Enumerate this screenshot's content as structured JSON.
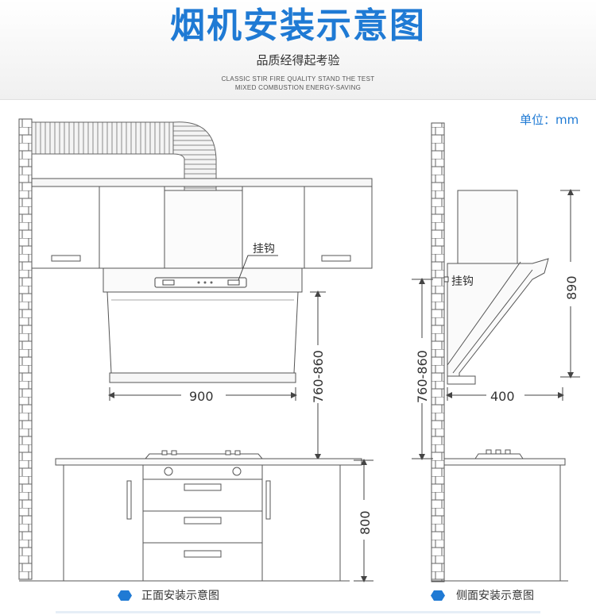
{
  "header": {
    "title": "烟机安装示意图",
    "subtitle": "品质经得起考验",
    "english_line1": "CLASSIC STIR FIRE QUALITY STAND THE TEST",
    "english_line2": "MIXED COMBUSTION ENERGY-SAVING"
  },
  "unit_label": "单位：mm",
  "front_view": {
    "hook_label": "挂钩",
    "width_dim": "900",
    "height_dim": "760-860",
    "cabinet_dim": "800",
    "caption": "正面安装示意图"
  },
  "side_view": {
    "hook_label": "挂钩",
    "height_dim": "760-860",
    "total_height_dim": "890",
    "depth_dim": "400",
    "caption": "侧面安装示意图"
  },
  "colors": {
    "accent": "#1f7ad4",
    "line": "#4a4a4a"
  },
  "icons": {
    "caption_bullet": "blue-hexagon"
  }
}
